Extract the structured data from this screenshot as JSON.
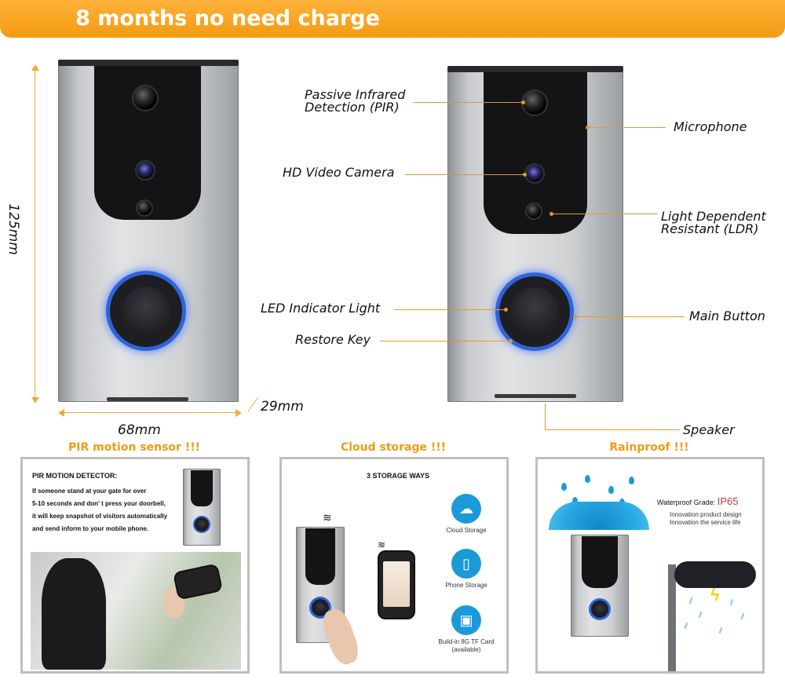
{
  "banner": {
    "title": "8 months no need charge",
    "color": "#f39a12"
  },
  "dimensions": {
    "height": "125mm",
    "width": "68mm",
    "depth": "29mm"
  },
  "callouts": {
    "pir": [
      "Passive Infrared",
      "Detection (PIR)"
    ],
    "camera": "HD Video Camera",
    "microphone": "Microphone",
    "ldr": [
      "Light Dependent",
      "Resistant (LDR)"
    ],
    "led": "LED Indicator Light",
    "main_button": "Main Button",
    "restore": "Restore Key",
    "speaker": "Speaker"
  },
  "panels": {
    "pir": {
      "title": "PIR motion sensor !!!",
      "heading": "PIR MOTION DETECTOR:",
      "text": [
        "If someone stand at your gate for over",
        "5-10 seconds and don' t press your doorbell,",
        "it will keep snapshot of visitors automatically",
        "and send inform to your mobile phone."
      ]
    },
    "cloud": {
      "title": "Cloud storage !!!",
      "heading": "3 STORAGE WAYS",
      "items": [
        {
          "label": "Cloud Storage",
          "icon": "cloud-upload-icon"
        },
        {
          "label": "Phone Storage",
          "icon": "phone-icon"
        },
        {
          "label": "Build-in 8G TF Card",
          "sub": "(available)",
          "icon": "sd-card-icon"
        }
      ]
    },
    "rain": {
      "title": "Rainproof !!!",
      "grade_label": "Waterproof Grade:",
      "grade_value": "IP65",
      "lines": [
        "Innovation product design",
        "Innovation the service life"
      ]
    }
  },
  "colors": {
    "accent": "#f29a14",
    "led": "#2f64d8",
    "icon_blue": "#1a9ad8",
    "grade": "#d0324a"
  }
}
